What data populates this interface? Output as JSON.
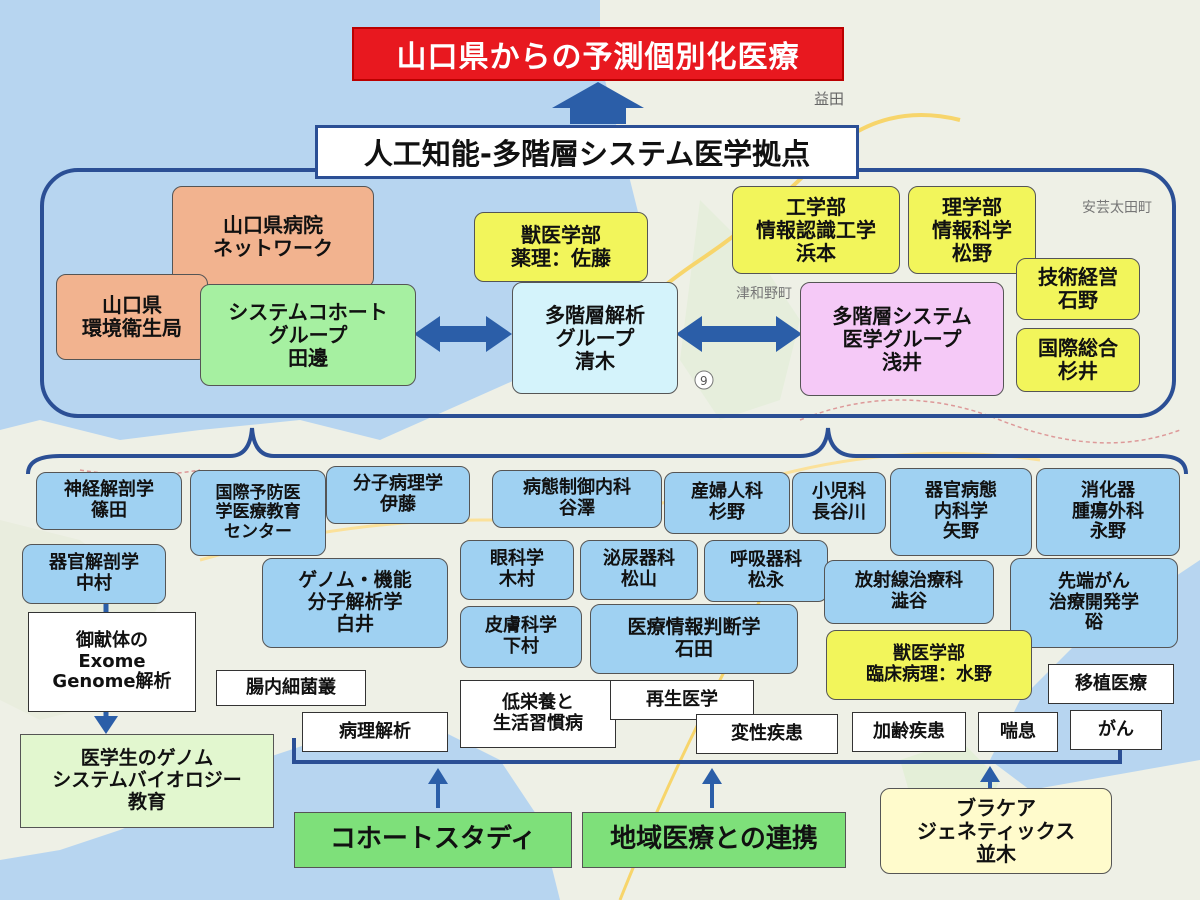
{
  "title": "山口県からの予測個別化医療",
  "hub": {
    "title": "人工知能-多階層システム医学拠点"
  },
  "hub_boxes": {
    "hospital_network": [
      "山口県病院",
      "ネットワーク"
    ],
    "env_health": [
      "山口県",
      "環境衛生局"
    ],
    "cohort_group": [
      "システムコホート",
      "グループ",
      "田邊"
    ],
    "vet_pharm": [
      "獣医学部",
      "薬理：佐藤"
    ],
    "multilayer_analysis": [
      "多階層解析",
      "グループ",
      "清木"
    ],
    "engineering": [
      "工学部",
      "情報認識工学",
      "浜本"
    ],
    "science": [
      "理学部",
      "情報科学",
      "松野"
    ],
    "tech_mgmt": [
      "技術経営",
      "石野"
    ],
    "system_medicine": [
      "多階層システム",
      "医学グループ",
      "浅井"
    ],
    "intl": [
      "国際総合",
      "杉井"
    ]
  },
  "dept_boxes": {
    "neuro_anatomy": [
      "神経解剖学",
      "篠田"
    ],
    "intl_prevention": [
      "国際予防医",
      "学医療教育",
      "センター"
    ],
    "mol_pathology": [
      "分子病理学",
      "伊藤"
    ],
    "pathophys_internal": [
      "病態制御内科",
      "谷澤"
    ],
    "obgyn": [
      "産婦人科",
      "杉野"
    ],
    "pediatrics": [
      "小児科",
      "長谷川"
    ],
    "organ_pathology": [
      "器官病態",
      "内科学",
      "矢野"
    ],
    "gi_surgery": [
      "消化器",
      "腫瘍外科",
      "永野"
    ],
    "organ_anatomy": [
      "器官解剖学",
      "中村"
    ],
    "genome": [
      "ゲノム・機能",
      "分子解析学",
      "白井"
    ],
    "ophthalmology": [
      "眼科学",
      "木村"
    ],
    "urology": [
      "泌尿器科",
      "松山"
    ],
    "respiratory": [
      "呼吸器科",
      "松永"
    ],
    "radiation": [
      "放射線治療科",
      "澁谷"
    ],
    "advanced_cancer": [
      "先端がん",
      "治療開発学",
      "硲"
    ],
    "dermatology": [
      "皮膚科学",
      "下村"
    ],
    "med_info": [
      "医療情報判断学",
      "石田"
    ],
    "vet_clinical": [
      "獣医学部",
      "臨床病理：水野"
    ]
  },
  "topics": {
    "donor": [
      "御献体の",
      "Exome",
      "Genome解析"
    ],
    "gut": [
      "腸内細菌叢"
    ],
    "pathology_analysis": [
      "病理解析"
    ],
    "nutrition": [
      "低栄養と",
      "生活習慣病"
    ],
    "regenerative": [
      "再生医学"
    ],
    "degenerative": [
      "変性疾患"
    ],
    "aging": [
      "加齢疾患"
    ],
    "asthma": [
      "喘息"
    ],
    "transplant": [
      "移植医療"
    ],
    "cancer": [
      "がん"
    ]
  },
  "bottom": {
    "education": [
      "医学生のゲノム",
      "システムバイオロジー",
      "教育"
    ],
    "cohort_study": "コホートスタディ",
    "regional": "地域医療との連携",
    "bracare": [
      "ブラケア",
      "ジェネティックス",
      "並木"
    ]
  },
  "map_labels": {
    "masuda": "益田",
    "tsuwano": "津和野町",
    "akiota": "安芸太田町",
    "route9": "9"
  },
  "colors": {
    "frame": "#2b4f95",
    "title_bg": "#e8181f",
    "blue_box": "#9fd1f2",
    "yellow_box": "#f2f55b",
    "green_box": "#a6f0a1",
    "pink_box": "#f5c9f7",
    "salmon_box": "#f2b38f"
  }
}
